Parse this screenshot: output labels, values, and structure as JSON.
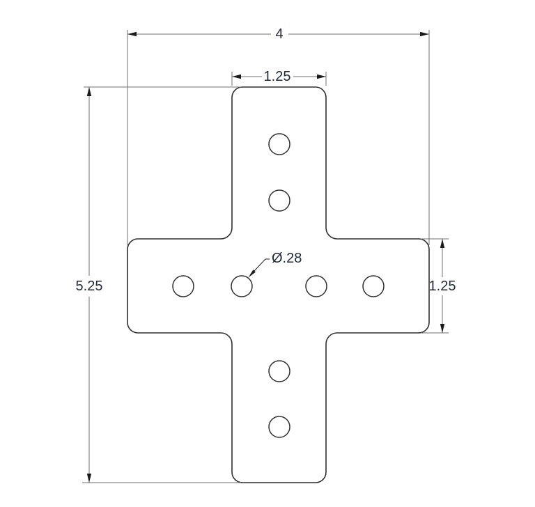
{
  "drawing": {
    "labels": {
      "overall_width": "4",
      "vertical_arm_width": "1.25",
      "overall_height": "5.25",
      "horizontal_arm_height": "1.25",
      "hole_diameter": "Ø.28"
    },
    "hole_count": 8,
    "colors": {
      "background": "#ffffff",
      "outline": "#2f2f2f",
      "dimension": "#6f6f6f",
      "arrow": "#1c1c1c",
      "text": "#212b38"
    }
  }
}
